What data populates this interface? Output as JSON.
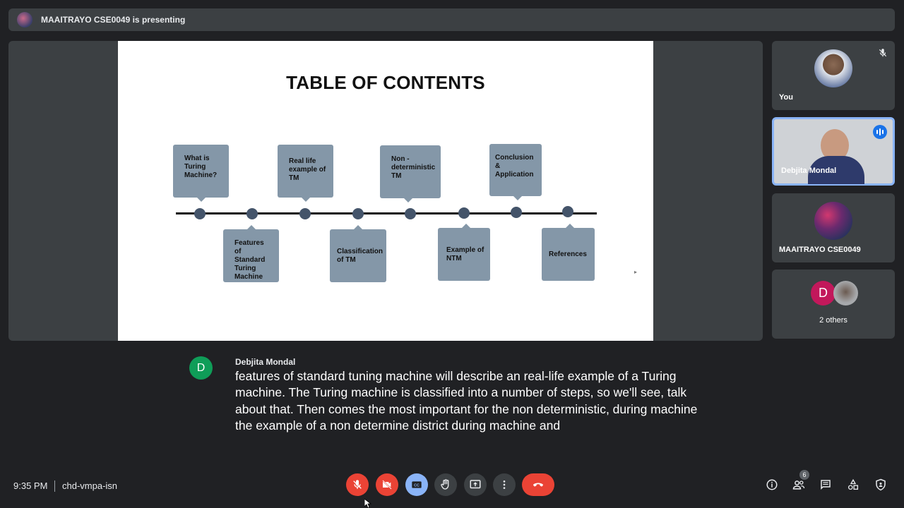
{
  "presenting_banner": {
    "text": "MAAITRAYO CSE0049 is presenting"
  },
  "slide": {
    "title": "TABLE OF CONTENTS",
    "top_items": [
      "What is\nTuring\nMachine?",
      "Real life\nexample of\nTM",
      "Non -\ndeterministic\nTM",
      "Conclusion\n&\nApplication"
    ],
    "bottom_items": [
      "Features of\nStandard\nTuring\nMachine",
      "Classification\nof TM",
      "Example of\nNTM",
      "References"
    ]
  },
  "participants": [
    {
      "name": "You",
      "muted": true
    },
    {
      "name": "Debjita Mondal",
      "speaking": true
    },
    {
      "name": "MAAITRAYO CSE0049"
    },
    {
      "name": "2 others",
      "initial": "D"
    }
  ],
  "caption": {
    "speaker_initial": "D",
    "speaker": "Debjita Mondal",
    "text": "features of standard tuning machine will describe an real-life example of a Turing machine. The Turing machine is classified into a number of steps, so we'll see, talk about that. Then comes the most important for the non deterministic, during machine the example of a non determine district during machine and"
  },
  "bottom_bar": {
    "time": "9:35 PM",
    "meeting_code": "chd-vmpa-isn",
    "participant_count": "6"
  },
  "colors": {
    "background": "#202124",
    "tile": "#3c4043",
    "danger": "#ea4335",
    "accent": "#8ab4f8",
    "box": "#8497a8",
    "dot": "#44546a"
  }
}
